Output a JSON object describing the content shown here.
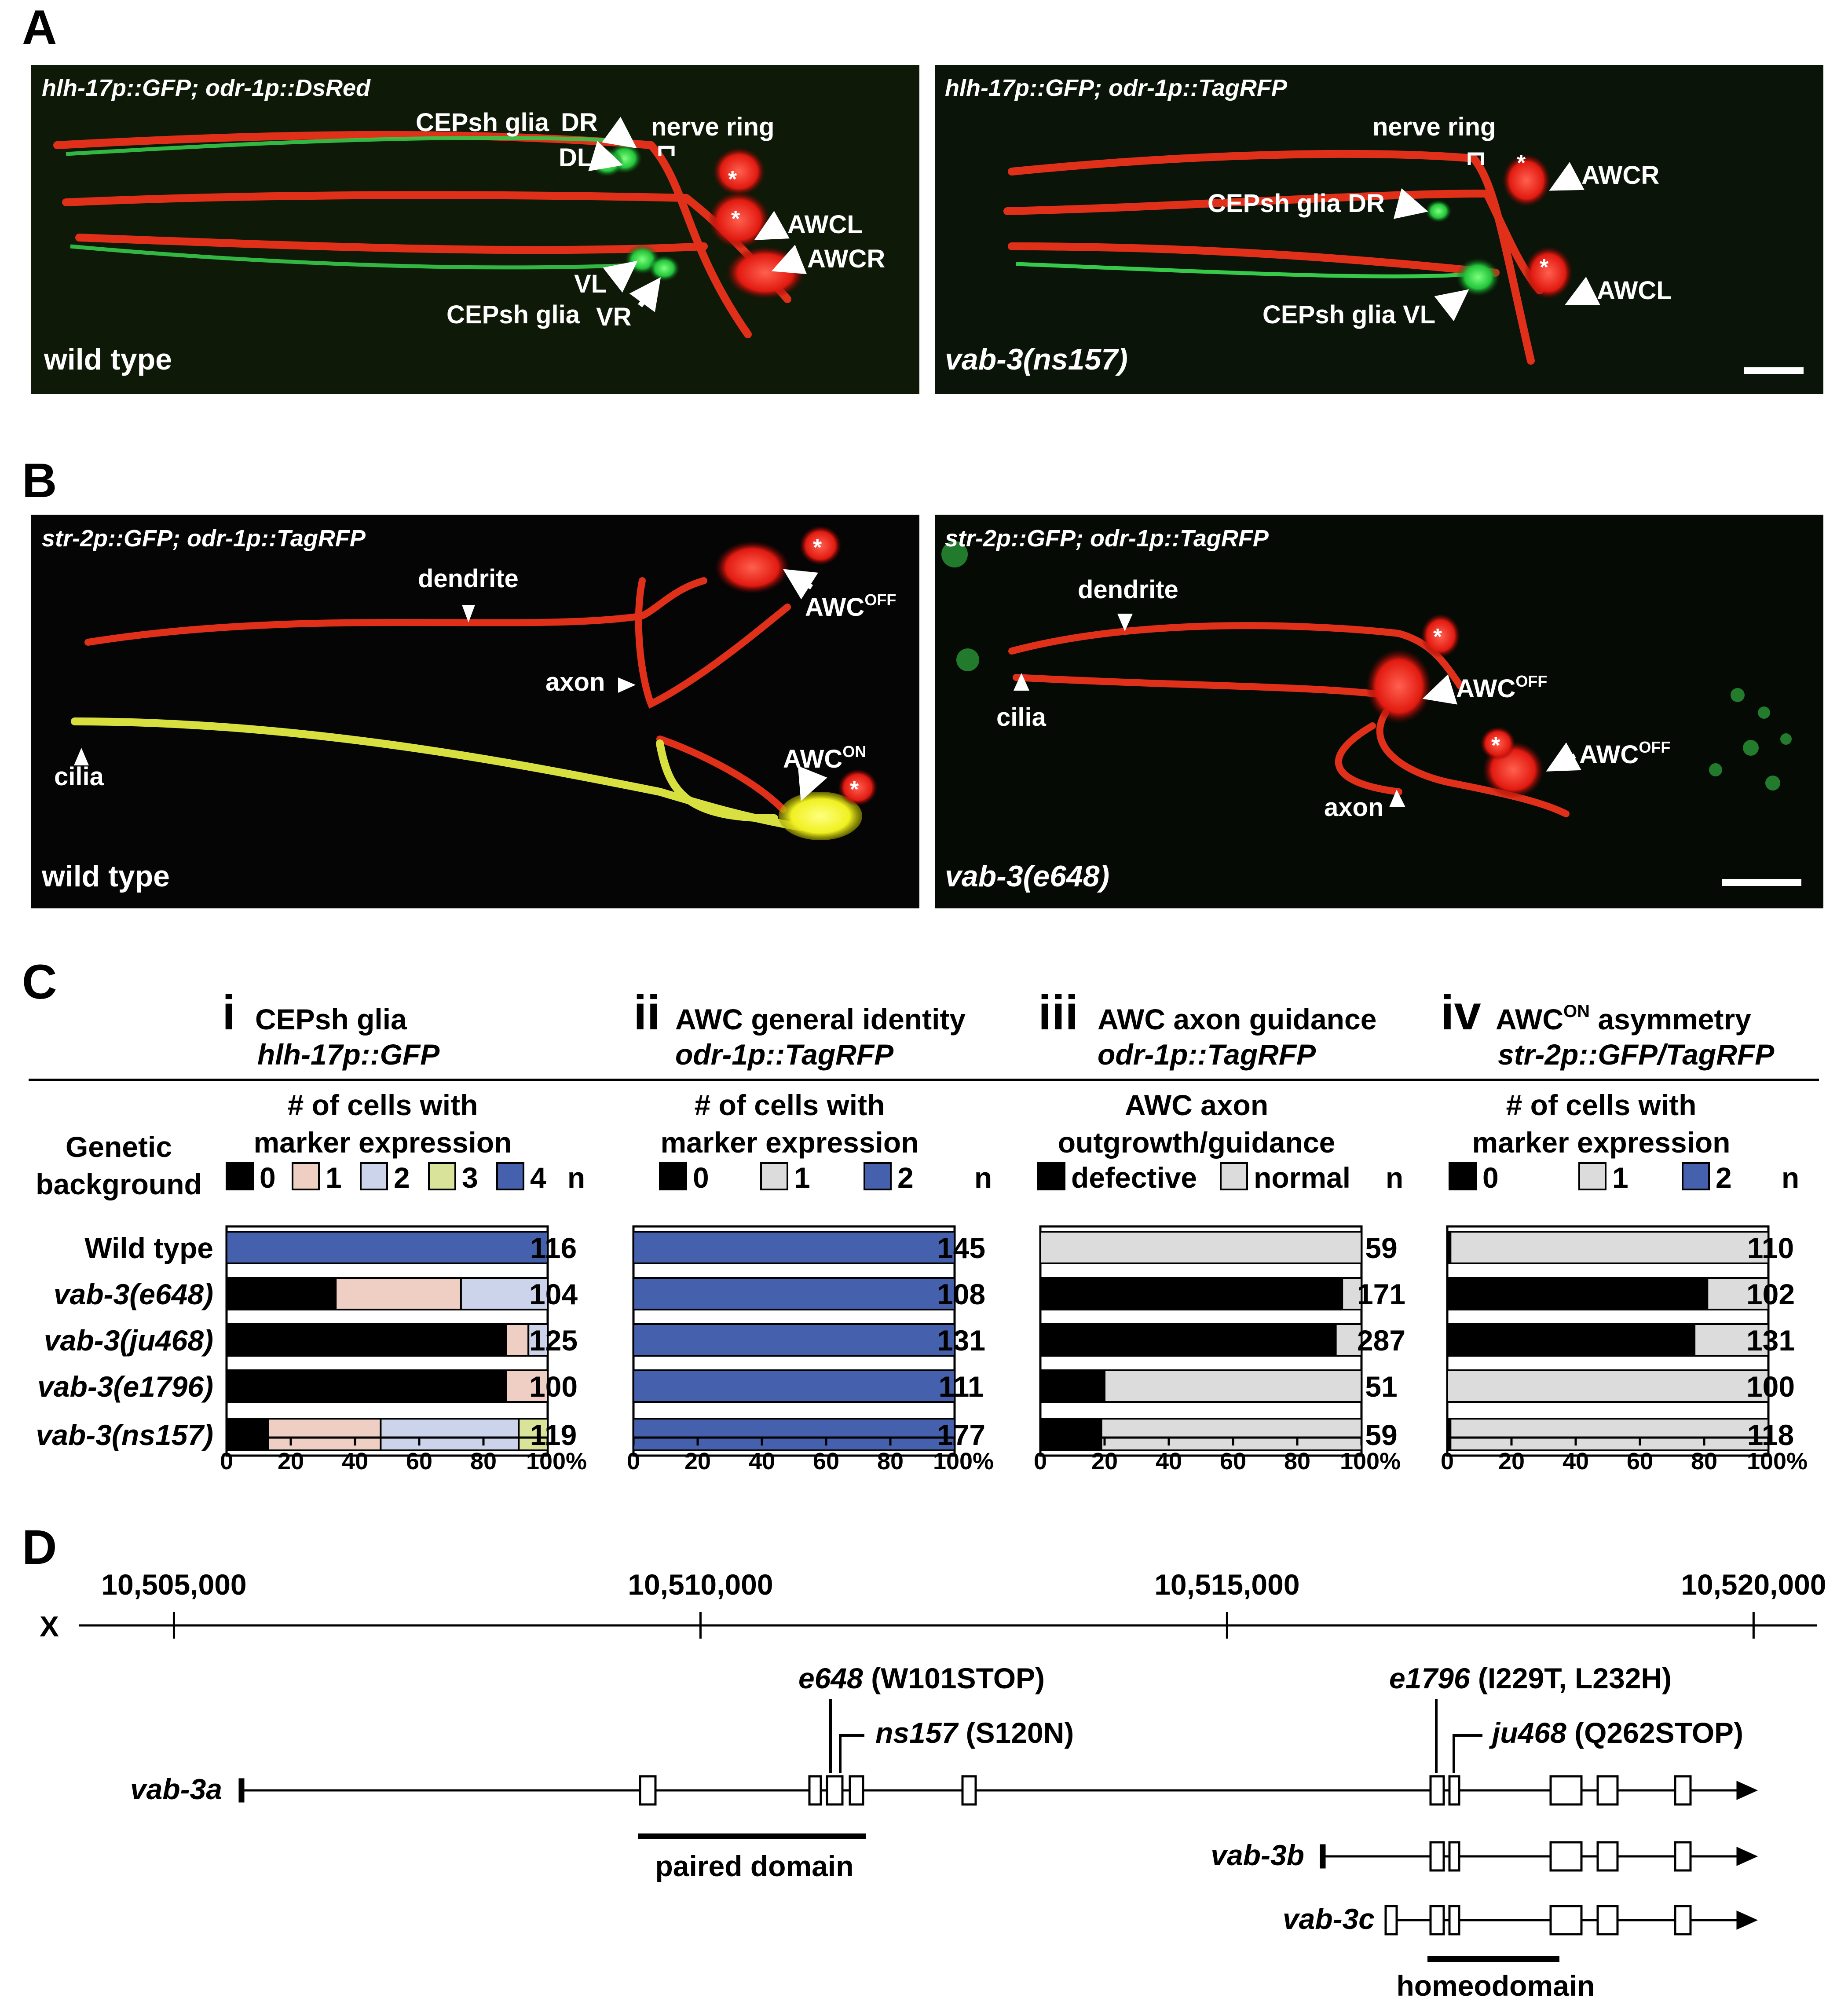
{
  "panel_letters": {
    "a": "A",
    "b": "B",
    "c": "C",
    "d": "D"
  },
  "panel_a": {
    "left": {
      "title": "hlh-17p::GFP; odr-1p::DsRed",
      "genotype": "wild type",
      "labels": {
        "cepsh_top": "CEPsh glia",
        "dr": "DR",
        "dl": "DL",
        "nerve_ring": "nerve ring",
        "awcl": "AWCL",
        "awcr": "AWCR",
        "vl": "VL",
        "cepsh_bottom": "CEPsh glia",
        "vr": "VR",
        "star": "*"
      }
    },
    "right": {
      "title": "hlh-17p::GFP; odr-1p::TagRFP",
      "genotype": "vab-3(ns157)",
      "labels": {
        "nerve_ring": "nerve ring",
        "awcr": "AWCR",
        "cepsh_dr": "CEPsh glia DR",
        "awcl": "AWCL",
        "cepsh_vl": "CEPsh glia VL",
        "star": "*"
      }
    }
  },
  "panel_b": {
    "left": {
      "title": "str-2p::GFP; odr-1p::TagRFP",
      "genotype": "wild type",
      "labels": {
        "dendrite": "dendrite",
        "axon": "axon",
        "cilia": "cilia",
        "awc": "AWC",
        "off": "OFF",
        "on": "ON",
        "star": "*"
      }
    },
    "right": {
      "title": "str-2p::GFP; odr-1p::TagRFP",
      "genotype": "vab-3(e648)",
      "labels": {
        "dendrite": "dendrite",
        "cilia": "cilia",
        "axon": "axon",
        "awc": "AWC",
        "off": "OFF",
        "star": "*"
      }
    }
  },
  "panel_c": {
    "row_header": [
      "Genetic",
      "background"
    ],
    "genotypes": [
      "Wild type",
      "vab-3(e648)",
      "vab-3(ju468)",
      "vab-3(e1796)",
      "vab-3(ns157)"
    ],
    "n_label": "n",
    "ticks": [
      "0",
      "20",
      "40",
      "60",
      "80",
      "100%"
    ],
    "colors": {
      "black": "#000000",
      "pink": "#efcfc3",
      "lavender": "#ccd4ec",
      "yellowgreen": "#d9e49a",
      "blue": "#4560ad",
      "gray": "#dcdcdc"
    },
    "subpanels": [
      {
        "roman": "i",
        "title": "CEPsh glia",
        "marker": "hlh-17p::GFP",
        "header": [
          "# of cells with",
          "marker expression"
        ],
        "legend": [
          {
            "label": "0",
            "color": "#000000"
          },
          {
            "label": "1",
            "color": "#efcfc3"
          },
          {
            "label": "2",
            "color": "#ccd4ec"
          },
          {
            "label": "3",
            "color": "#d9e49a"
          },
          {
            "label": "4",
            "color": "#4560ad"
          }
        ]
      },
      {
        "roman": "ii",
        "title": "AWC general identity",
        "marker": "odr-1p::TagRFP",
        "header": [
          "# of cells with",
          "marker expression"
        ],
        "legend": [
          {
            "label": "0",
            "color": "#000000"
          },
          {
            "label": "1",
            "color": "#dcdcdc"
          },
          {
            "label": "2",
            "color": "#4560ad"
          }
        ]
      },
      {
        "roman": "iii",
        "title": "AWC axon guidance",
        "marker": "odr-1p::TagRFP",
        "header": [
          "AWC axon",
          "outgrowth/guidance"
        ],
        "legend": [
          {
            "label": "defective",
            "color": "#000000"
          },
          {
            "label": "normal",
            "color": "#dcdcdc"
          }
        ]
      },
      {
        "roman": "iv",
        "title_main": "AWC",
        "title_sup": "ON",
        "title_rest": " asymmetry",
        "marker": "str-2p::GFP/TagRFP",
        "header": [
          "# of cells with",
          "marker expression"
        ],
        "legend": [
          {
            "label": "0",
            "color": "#000000"
          },
          {
            "label": "1",
            "color": "#dcdcdc"
          },
          {
            "label": "2",
            "color": "#4560ad"
          }
        ]
      }
    ]
  },
  "chart_data": [
    {
      "type": "bar",
      "orientation": "horizontal-stacked-percent",
      "title": "CEPsh glia",
      "categories": [
        "Wild type",
        "vab-3(e648)",
        "vab-3(ju468)",
        "vab-3(e1796)",
        "vab-3(ns157)"
      ],
      "n": [
        116,
        104,
        125,
        100,
        119
      ],
      "xlim": [
        0,
        100
      ],
      "series": [
        {
          "name": "0",
          "values": [
            0,
            34,
            87,
            87,
            13
          ]
        },
        {
          "name": "1",
          "values": [
            0,
            39,
            7,
            13,
            35
          ]
        },
        {
          "name": "2",
          "values": [
            0,
            27,
            6,
            0,
            43
          ]
        },
        {
          "name": "3",
          "values": [
            0,
            0,
            0,
            0,
            9
          ]
        },
        {
          "name": "4",
          "values": [
            100,
            0,
            0,
            0,
            0
          ]
        }
      ]
    },
    {
      "type": "bar",
      "orientation": "horizontal-stacked-percent",
      "title": "AWC general identity",
      "categories": [
        "Wild type",
        "vab-3(e648)",
        "vab-3(ju468)",
        "vab-3(e1796)",
        "vab-3(ns157)"
      ],
      "n": [
        145,
        108,
        131,
        111,
        177
      ],
      "xlim": [
        0,
        100
      ],
      "series": [
        {
          "name": "0",
          "values": [
            0,
            0,
            0,
            0,
            0
          ]
        },
        {
          "name": "1",
          "values": [
            0,
            0,
            0,
            0,
            0
          ]
        },
        {
          "name": "2",
          "values": [
            100,
            100,
            100,
            100,
            100
          ]
        }
      ]
    },
    {
      "type": "bar",
      "orientation": "horizontal-stacked-percent",
      "title": "AWC axon guidance",
      "categories": [
        "Wild type",
        "vab-3(e648)",
        "vab-3(ju468)",
        "vab-3(e1796)",
        "vab-3(ns157)"
      ],
      "n": [
        59,
        171,
        287,
        51,
        59
      ],
      "xlim": [
        0,
        100
      ],
      "series": [
        {
          "name": "defective",
          "values": [
            0,
            94,
            92,
            20,
            19
          ]
        },
        {
          "name": "normal",
          "values": [
            100,
            6,
            8,
            80,
            81
          ]
        }
      ]
    },
    {
      "type": "bar",
      "orientation": "horizontal-stacked-percent",
      "title": "AWC asymmetry",
      "categories": [
        "Wild type",
        "vab-3(e648)",
        "vab-3(ju468)",
        "vab-3(e1796)",
        "vab-3(ns157)"
      ],
      "n": [
        110,
        102,
        131,
        100,
        118
      ],
      "xlim": [
        0,
        100
      ],
      "series": [
        {
          "name": "0",
          "values": [
            1,
            81,
            77,
            0,
            1
          ]
        },
        {
          "name": "1",
          "values": [
            99,
            19,
            23,
            100,
            99
          ]
        },
        {
          "name": "2",
          "values": [
            0,
            0,
            0,
            0,
            0
          ]
        }
      ]
    }
  ],
  "panel_d": {
    "chromosome": "X",
    "coord_range": [
      10504100,
      10520600
    ],
    "ticks": [
      {
        "pos": 10505000,
        "label": "10,505,000"
      },
      {
        "pos": 10510000,
        "label": "10,510,000"
      },
      {
        "pos": 10515000,
        "label": "10,515,000"
      },
      {
        "pos": 10520000,
        "label": "10,520,000"
      }
    ],
    "mutations": [
      {
        "allele": "e648",
        "change": " (W101STOP)"
      },
      {
        "allele": "ns157",
        "change": " (S120N)"
      },
      {
        "allele": "e1796",
        "change": " (I229T, L232H)"
      },
      {
        "allele": "ju468",
        "change": " (Q262STOP)"
      }
    ],
    "isoforms": [
      "vab-3a",
      "vab-3b",
      "vab-3c"
    ],
    "domains": [
      "paired domain",
      "homeodomain"
    ]
  }
}
